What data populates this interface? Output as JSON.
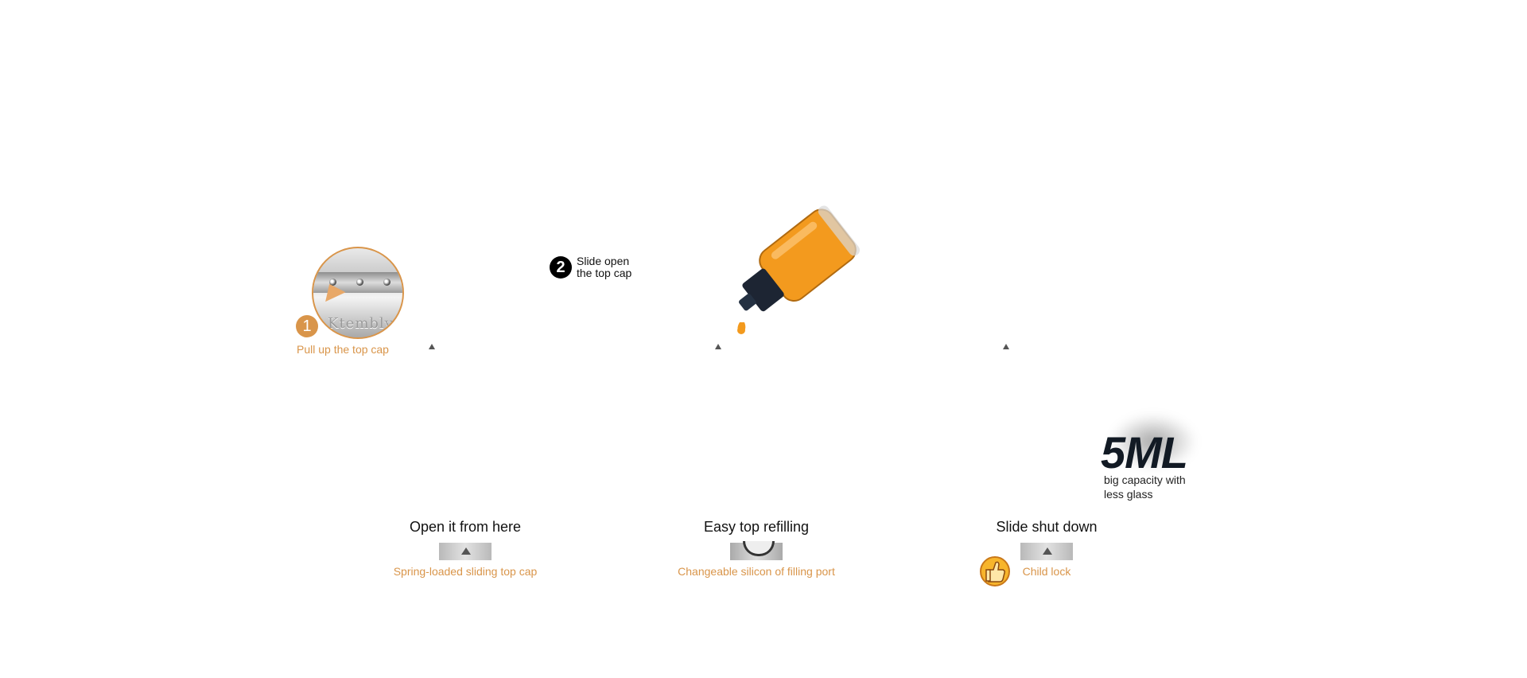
{
  "step1": {
    "badge": "1",
    "caption": "Pull up the top cap",
    "engraving": "Ktembly"
  },
  "step2": {
    "badge": "2",
    "line1": "Slide open",
    "line2": "the top cap"
  },
  "capacity": {
    "value": "5ML",
    "desc_line1": "big capacity with",
    "desc_line2": "less glass"
  },
  "features": [
    {
      "title": "Open it from here",
      "caption": "Spring-loaded sliding top cap",
      "thumb": "triangle-icon"
    },
    {
      "title": "Easy top refilling",
      "caption": "Changeable silicon of filling port",
      "thumb": "filling-port-icon"
    },
    {
      "title": "Slide shut down",
      "caption": "Child lock",
      "thumb": "triangle-icon"
    }
  ],
  "colors": {
    "accent": "#d9954a",
    "text": "#111111",
    "bottle_liquid": "#f39a1e"
  },
  "icons": {
    "bottle": "eliquid-bottle-icon",
    "thumbs_up": "thumbs-up-icon"
  }
}
